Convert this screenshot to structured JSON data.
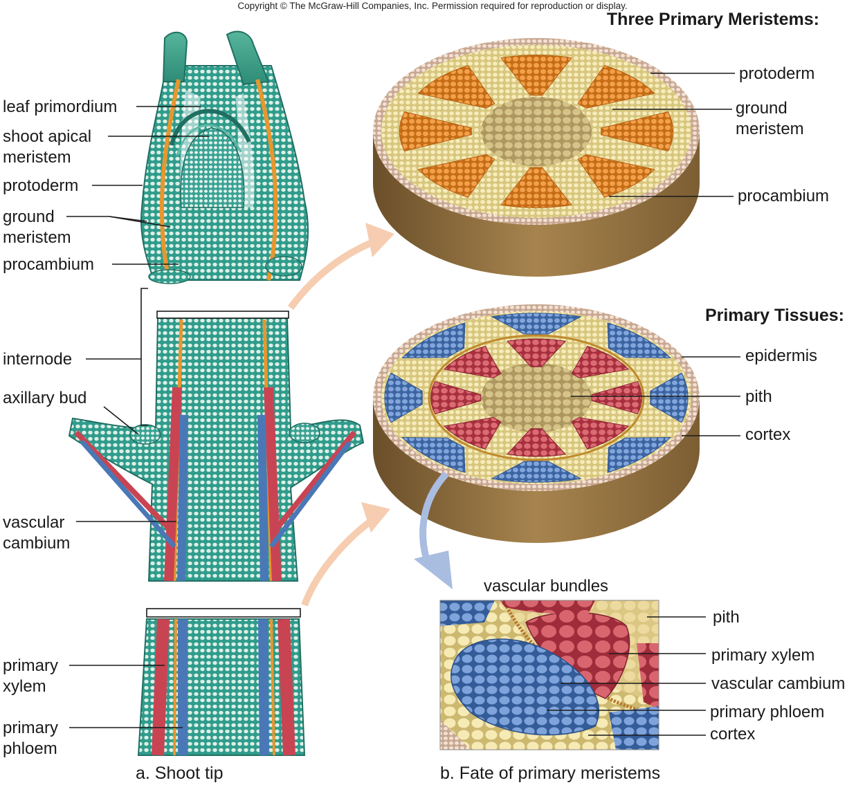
{
  "copyright": "Copyright © The McGraw-Hill Companies, Inc. Permission required for reproduction or display.",
  "captions": {
    "a": "a. Shoot tip",
    "b": "b. Fate of primary meristems"
  },
  "left_labels": {
    "leaf_primordium": "leaf primordium",
    "shoot_apical_1": "shoot apical",
    "shoot_apical_2": "meristem",
    "protoderm": "protoderm",
    "ground_1": "ground",
    "ground_2": "meristem",
    "procambium": "procambium",
    "internode": "internode",
    "axillary_bud": "axillary bud",
    "vascular_1": "vascular",
    "vascular_2": "cambium",
    "pxylem_1": "primary",
    "pxylem_2": "xylem",
    "pphloem_1": "primary",
    "pphloem_2": "phloem"
  },
  "meristems": {
    "heading": "Three Primary Meristems:",
    "protoderm": "protoderm",
    "ground_1": "ground",
    "ground_2": "meristem",
    "procambium": "procambium"
  },
  "tissues": {
    "heading": "Primary Tissues:",
    "epidermis": "epidermis",
    "pith": "pith",
    "cortex": "cortex"
  },
  "detail": {
    "heading": "vascular bundles",
    "pith": "pith",
    "primary_xylem": "primary xylem",
    "vascular_cambium": "vascular cambium",
    "primary_phloem": "primary phloem",
    "cortex": "cortex"
  },
  "colors": {
    "stem_teal": "#2f9c8c",
    "stem_light": "#d9ede4",
    "procambium_orange": "#e8962e",
    "xylem_red": "#c94452",
    "phloem_blue": "#4a78b6",
    "cortex_yellow": "#f3e6a8",
    "pith_tan": "#cdb97c",
    "disk_side_brown": "#8a6a3e",
    "arrow_peach": "#f6cdb0",
    "arrow_blue": "#a9bde0"
  }
}
